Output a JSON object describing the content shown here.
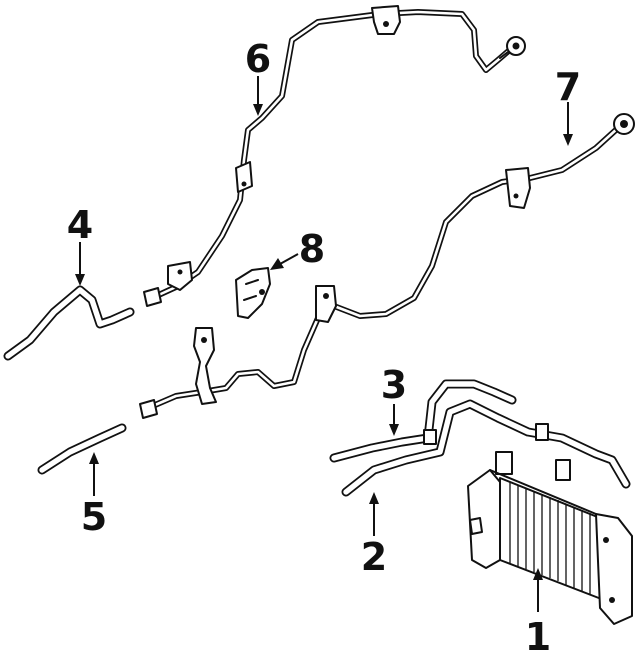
{
  "diagram": {
    "callouts": [
      {
        "id": "1",
        "text": "1"
      },
      {
        "id": "2",
        "text": "2"
      },
      {
        "id": "3",
        "text": "3"
      },
      {
        "id": "4",
        "text": "4"
      },
      {
        "id": "5",
        "text": "5"
      },
      {
        "id": "6",
        "text": "6"
      },
      {
        "id": "7",
        "text": "7"
      },
      {
        "id": "8",
        "text": "8"
      }
    ],
    "colors": {
      "ink": "#111111",
      "background": "#ffffff"
    }
  }
}
